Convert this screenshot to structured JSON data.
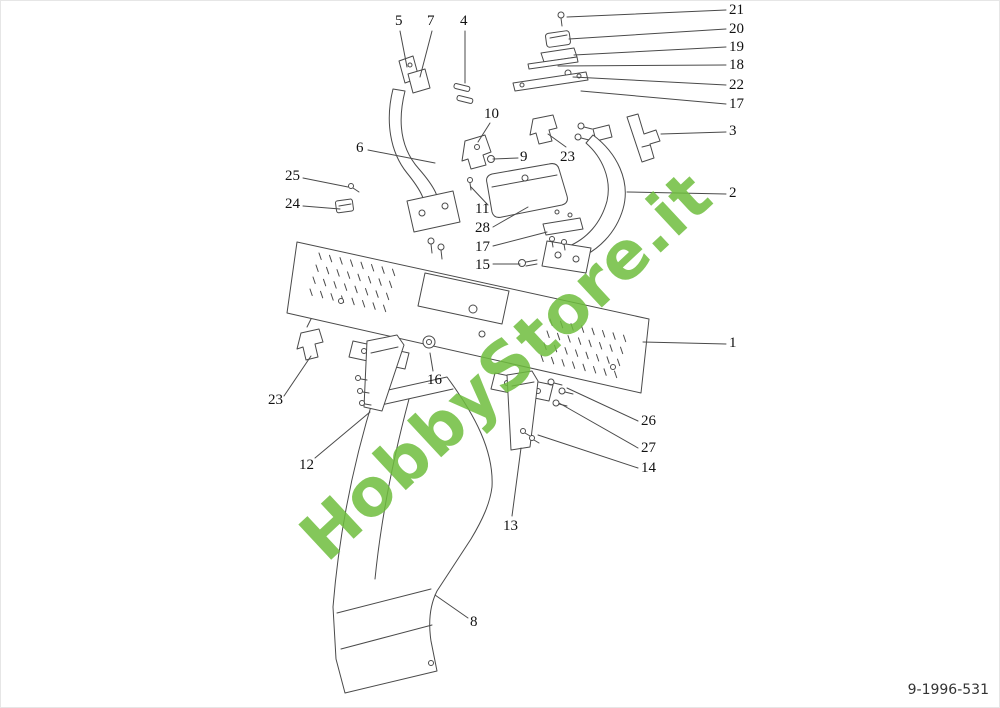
{
  "colors": {
    "line": "#4a4a4a",
    "label": "#111111",
    "watermark_green": "#6fbe3e",
    "doc": "#333333"
  },
  "watermark": {
    "text": "HobbyStore.it"
  },
  "doc_number": "9-1996-531",
  "callouts": [
    {
      "text": "5",
      "label": [
        394,
        12
      ],
      "line": [
        399,
        30,
        406,
        66
      ]
    },
    {
      "text": "7",
      "label": [
        426,
        12
      ],
      "line": [
        431,
        30,
        419,
        76
      ]
    },
    {
      "text": "4",
      "label": [
        459,
        12
      ],
      "line": [
        464,
        30,
        464,
        82
      ]
    },
    {
      "text": "21",
      "label": [
        728,
        1
      ],
      "line": [
        725,
        9,
        566,
        16
      ]
    },
    {
      "text": "20",
      "label": [
        728,
        20
      ],
      "line": [
        725,
        28,
        568,
        38
      ]
    },
    {
      "text": "19",
      "label": [
        728,
        38
      ],
      "line": [
        725,
        46,
        573,
        54
      ]
    },
    {
      "text": "18",
      "label": [
        728,
        56
      ],
      "line": [
        725,
        64,
        557,
        65
      ]
    },
    {
      "text": "22",
      "label": [
        728,
        76
      ],
      "line": [
        725,
        84,
        572,
        76
      ]
    },
    {
      "text": "17",
      "label": [
        728,
        95
      ],
      "line": [
        725,
        103,
        580,
        90
      ]
    },
    {
      "text": "3",
      "label": [
        728,
        122
      ],
      "line": [
        725,
        131,
        660,
        133
      ]
    },
    {
      "text": "2",
      "label": [
        728,
        184
      ],
      "line": [
        725,
        193,
        626,
        191
      ]
    },
    {
      "text": "1",
      "label": [
        728,
        334
      ],
      "line": [
        725,
        343,
        642,
        341
      ]
    },
    {
      "text": "26",
      "label": [
        640,
        412
      ],
      "line": [
        637,
        420,
        566,
        387
      ]
    },
    {
      "text": "27",
      "label": [
        640,
        439
      ],
      "line": [
        637,
        447,
        558,
        402
      ]
    },
    {
      "text": "14",
      "label": [
        640,
        459
      ],
      "line": [
        637,
        467,
        537,
        434
      ]
    },
    {
      "text": "10",
      "label": [
        483,
        105
      ],
      "line": [
        489,
        122,
        477,
        141
      ]
    },
    {
      "text": "6",
      "label": [
        355,
        139
      ],
      "line": [
        367,
        149,
        434,
        162
      ]
    },
    {
      "text": "9",
      "label": [
        519,
        148
      ],
      "line": [
        517,
        157,
        492,
        158
      ]
    },
    {
      "text": "23",
      "label": [
        559,
        148
      ],
      "line": [
        565,
        146,
        547,
        133
      ]
    },
    {
      "text": "25",
      "label": [
        284,
        167
      ],
      "line": [
        302,
        177,
        347,
        186
      ]
    },
    {
      "text": "24",
      "label": [
        284,
        195
      ],
      "line": [
        302,
        205,
        339,
        208
      ]
    },
    {
      "text": "11",
      "label": [
        474,
        200
      ],
      "line": [
        487,
        204,
        470,
        186
      ]
    },
    {
      "text": "28",
      "label": [
        474,
        219
      ],
      "line": [
        492,
        226,
        527,
        206
      ]
    },
    {
      "text": "17",
      "label": [
        474,
        238
      ],
      "line": [
        492,
        245,
        546,
        231
      ]
    },
    {
      "text": "15",
      "label": [
        474,
        256
      ],
      "line": [
        492,
        263,
        519,
        263
      ]
    },
    {
      "text": "23",
      "label": [
        267,
        391
      ],
      "line": [
        283,
        395,
        310,
        355
      ]
    },
    {
      "text": "16",
      "label": [
        426,
        371
      ],
      "line": [
        432,
        370,
        429,
        352
      ]
    },
    {
      "text": "12",
      "label": [
        298,
        456
      ],
      "line": [
        314,
        457,
        369,
        411
      ]
    },
    {
      "text": "13",
      "label": [
        502,
        517
      ],
      "line": [
        511,
        515,
        520,
        447
      ]
    },
    {
      "text": "8",
      "label": [
        469,
        613
      ],
      "line": [
        467,
        617,
        434,
        594
      ]
    }
  ]
}
